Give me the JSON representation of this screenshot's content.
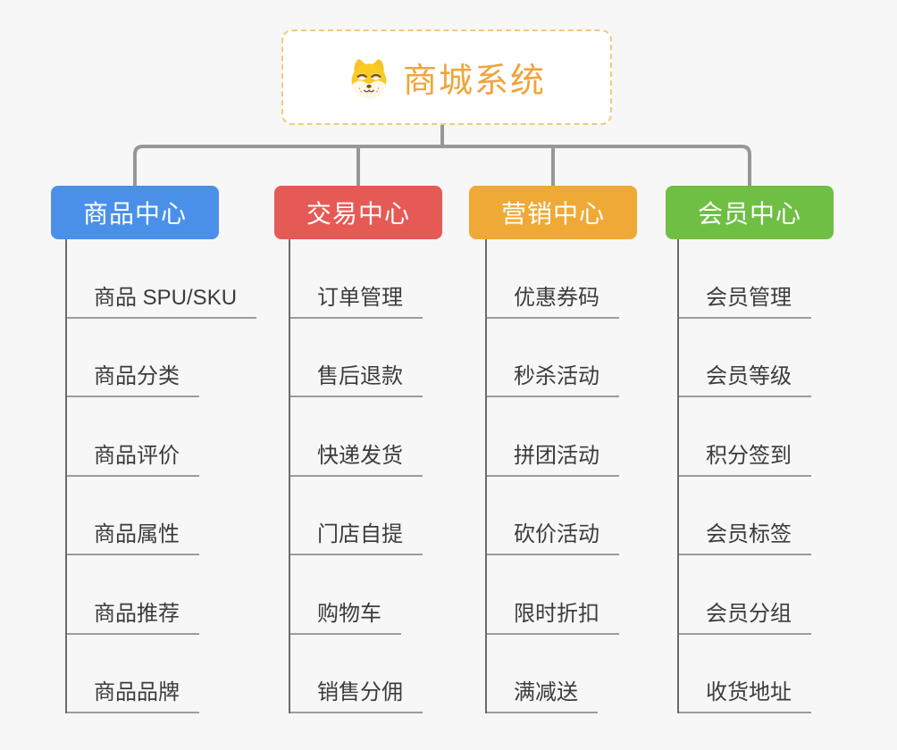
{
  "page": {
    "background": "#f7f7f7",
    "connector_color": "#979797"
  },
  "root": {
    "title": "商城系统",
    "icon": "shiba-dog-icon",
    "text_color": "#f0a43c",
    "border_color": "#f5c778"
  },
  "branches": [
    {
      "id": "product-center",
      "label": "商品中心",
      "color": "#4a90e8",
      "items": [
        "商品 SPU/SKU",
        "商品分类",
        "商品评价",
        "商品属性",
        "商品推荐",
        "商品品牌"
      ]
    },
    {
      "id": "trade-center",
      "label": "交易中心",
      "color": "#e65a56",
      "items": [
        "订单管理",
        "售后退款",
        "快递发货",
        "门店自提",
        "购物车",
        "销售分佣"
      ]
    },
    {
      "id": "marketing-center",
      "label": "营销中心",
      "color": "#efa937",
      "items": [
        "优惠券码",
        "秒杀活动",
        "拼团活动",
        "砍价活动",
        "限时折扣",
        "满减送"
      ]
    },
    {
      "id": "member-center",
      "label": "会员中心",
      "color": "#6fbf45",
      "items": [
        "会员管理",
        "会员等级",
        "积分签到",
        "会员标签",
        "会员分组",
        "收货地址"
      ]
    }
  ]
}
